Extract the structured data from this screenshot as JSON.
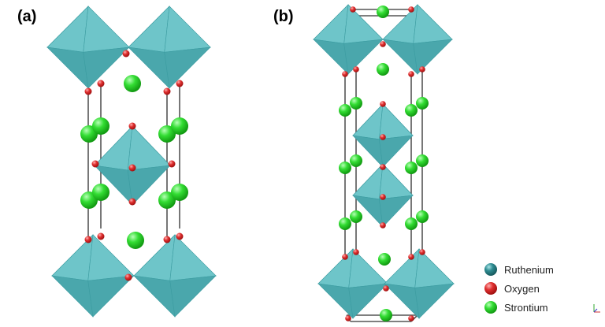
{
  "panels": [
    {
      "label": "(a)"
    },
    {
      "label": "(b)"
    }
  ],
  "legend": [
    {
      "name": "Ruthenium",
      "color": "#2e8b91"
    },
    {
      "name": "Oxygen",
      "color": "#e02020"
    },
    {
      "name": "Strontium",
      "color": "#22cc22"
    }
  ],
  "colors": {
    "octahedron": "#6ec5c9",
    "octahedron_dark": "#4aa7ac",
    "octahedron_light": "#8fd6d8",
    "bond": "#555555",
    "oxygen": "#e03030",
    "strontium": "#33dd33"
  }
}
